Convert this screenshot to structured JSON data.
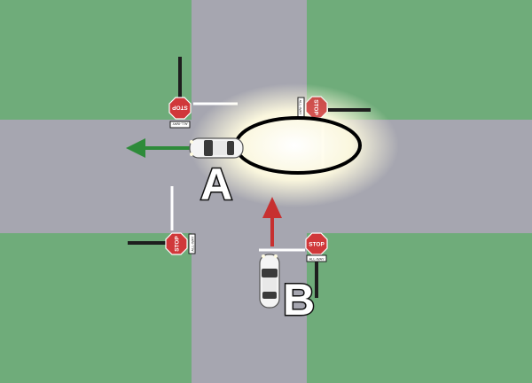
{
  "colors": {
    "grass": "#6fac7a",
    "road": "#a6a6b0",
    "stop_red": "#d0383a",
    "arrow_green": "#2e8b3a",
    "arrow_red": "#c73030",
    "car_white": "#f4f4f4",
    "pole": "#1e1e1e",
    "glow": "#fffbe0",
    "oval_stroke": "#000000"
  },
  "signs": {
    "stop_text": "STOP",
    "all_way_text": "ALL-WAY"
  },
  "vehicles": {
    "a_label": "A",
    "b_label": "B"
  },
  "icons": {
    "left_arrow": "arrow-left-icon",
    "up_arrow": "arrow-up-icon",
    "highlight": "oval-highlight-icon"
  }
}
